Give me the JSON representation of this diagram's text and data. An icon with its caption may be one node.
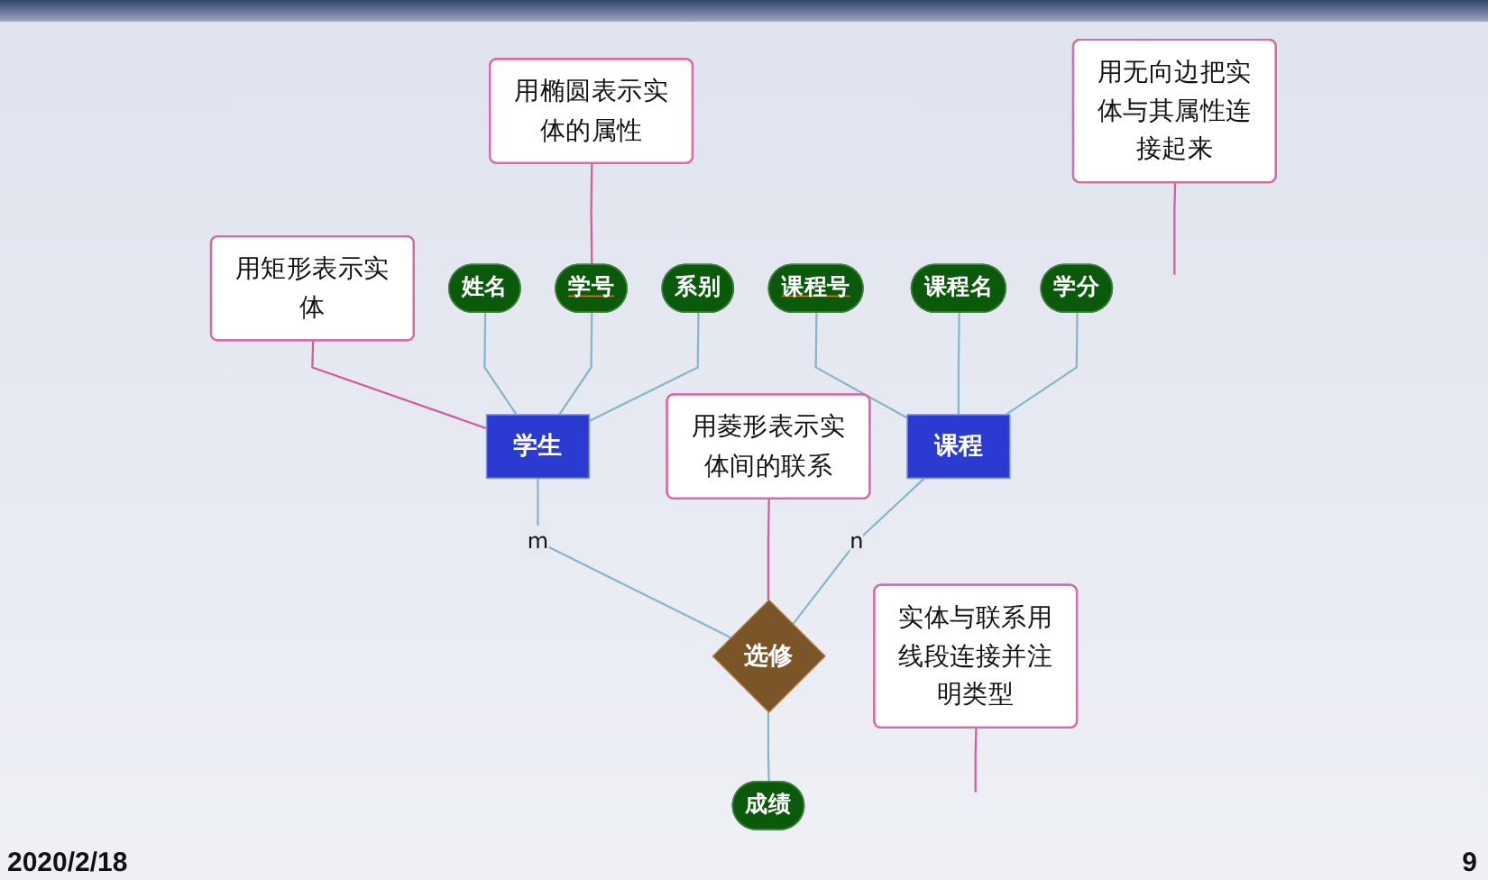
{
  "diagram": {
    "nodes": [
      {
        "text": [
          "用无向边把实体与其属性连接起来"
        ]
      },
      {
        "text": [
          "用椭圆表示实体的属性"
        ]
      },
      {
        "text": [
          "姓名"
        ]
      },
      {
        "text": [
          "学号"
        ]
      },
      {
        "text": [
          "系别"
        ]
      },
      {
        "text": [
          "课程号"
        ]
      },
      {
        "text": [
          "课程名"
        ]
      },
      {
        "text": [
          "学分"
        ]
      },
      {
        "text": [
          "用矩形表示实体"
        ]
      },
      {
        "text": [
          "学生"
        ]
      },
      {
        "text": [
          "选修"
        ]
      },
      {
        "text": [
          "课程"
        ]
      },
      {
        "text": [
          "实体与联系用线段连接并注明类型"
        ]
      },
      {
        "text": [
          "用菱形表示实体间的联系"
        ]
      },
      {
        "text": [
          "成绩"
        ]
      }
    ],
    "edges": [
      {
        "from": 2,
        "to": 9,
        "arrow": "none"
      },
      {
        "from": 3,
        "to": 9,
        "arrow": "none"
      },
      {
        "from": 4,
        "to": 9,
        "arrow": "none"
      },
      {
        "from": 5,
        "to": 11,
        "arrow": "none"
      },
      {
        "from": 6,
        "to": 11,
        "arrow": "none"
      },
      {
        "from": 7,
        "to": 11,
        "arrow": "none"
      },
      {
        "from": 9,
        "to": 10,
        "label": "m",
        "arrow": "none"
      },
      {
        "from": 11,
        "to": 10,
        "label": "n",
        "arrow": "none"
      },
      {
        "from": 10,
        "to": 14,
        "arrow": "none"
      },
      {
        "from": 1,
        "to": 3,
        "arrow": "none",
        "color": "#d65b9e"
      },
      {
        "from": 0,
        "to": null,
        "arrow": "none",
        "color": "#d65b9e"
      },
      {
        "from": 8,
        "to": 9,
        "arrow": "none",
        "color": "#d65b9e"
      },
      {
        "from": 13,
        "to": 10,
        "arrow": "none",
        "color": "#d65b9e"
      },
      {
        "from": 12,
        "to": null,
        "arrow": "none",
        "color": "#d65b9e"
      }
    ],
    "labels": [
      "2020/2/18",
      "9"
    ]
  }
}
